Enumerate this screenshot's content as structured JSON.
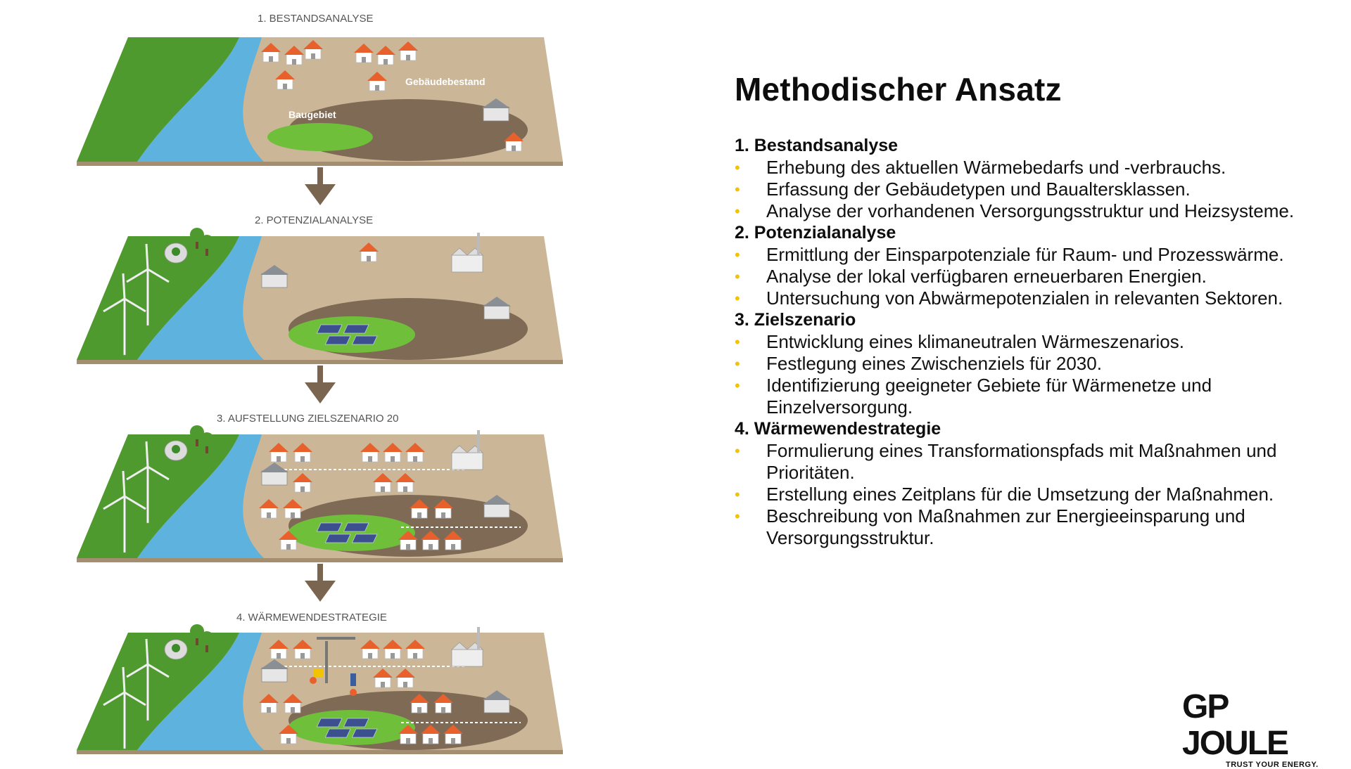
{
  "slide": {
    "title": "Methodischer Ansatz",
    "sections": [
      {
        "title": "1. Bestandsanalyse",
        "items": [
          "Erhebung des aktuellen Wärmebedarfs und -verbrauchs.",
          "Erfassung der Gebäudetypen und Baualtersklassen.",
          "Analyse der vorhandenen Versorgungsstruktur und Heizsysteme."
        ]
      },
      {
        "title": "2. Potenzialanalyse",
        "items": [
          "Ermittlung der Einsparpotenziale für Raum- und Prozesswärme.",
          "Analyse der lokal verfügbaren erneuerbaren Energien.",
          "Untersuchung von Abwärmepotenzialen in relevanten Sektoren."
        ]
      },
      {
        "title": "3. Zielszenario",
        "items": [
          "Entwicklung eines klimaneutralen Wärmeszenarios.",
          "Festlegung eines Zwischenziels für 2030.",
          "Identifizierung geeigneter Gebiete für Wärmenetze und Einzelversorgung."
        ]
      },
      {
        "title": "4. Wärmewendestrategie",
        "items": [
          "Formulierung eines Transformationspfads mit Maßnahmen und Prioritäten.",
          "Erstellung eines Zeitplans für die Umsetzung der Maßnahmen.",
          "Beschreibung von Maßnahmen zur Energieeinsparung und Versorgungsstruktur."
        ]
      }
    ]
  },
  "illustration": {
    "stages": [
      "1. BESTANDSANALYSE",
      "2. POTENZIALANALYSE",
      "3. AUFSTELLUNG ZIELSZENARIO 20",
      "4. WÄRMEWENDESTRATEGIE"
    ],
    "labels": {
      "building_stock": "Gebäudebestand",
      "building_area": "Baugebiet"
    }
  },
  "logo": {
    "main": "GP JOULE",
    "tagline": "TRUST YOUR ENERGY."
  },
  "colors": {
    "accent_yellow": "#f2c300",
    "ground": "#cbb797",
    "ground_dark": "#7e6a55",
    "river": "#5eb2de",
    "meadow": "#4e9a2e",
    "roof": "#e8612c",
    "arrow": "#7a6650"
  }
}
